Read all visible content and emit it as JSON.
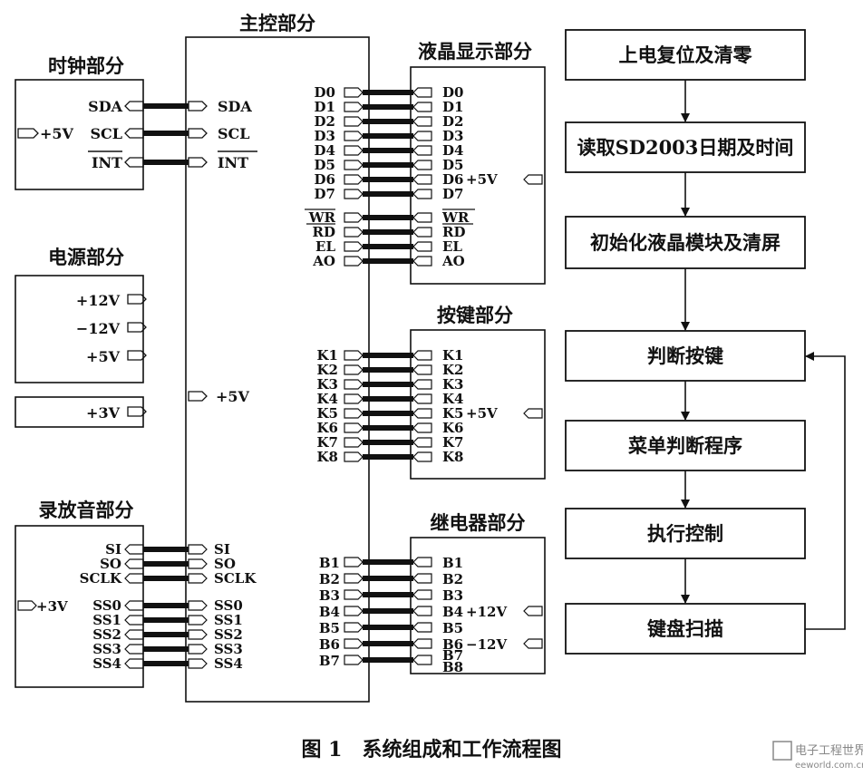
{
  "colors": {
    "ink": "#111111",
    "background": "#ffffff",
    "watermark": "#888888"
  },
  "blocks": {
    "main": "主控部分",
    "clock": "时钟部分",
    "power": "电源部分",
    "recorder": "录放音部分",
    "lcd": "液晶显示部分",
    "keys": "按键部分",
    "relay": "继电器部分"
  },
  "clock": {
    "pins": [
      "SDA",
      "SCL",
      "INT"
    ],
    "supply": "+5V"
  },
  "main_pins": {
    "clock": [
      "SDA",
      "SCL",
      "INT"
    ],
    "supply": "+5V",
    "recorder": [
      "SI",
      "SO",
      "SCLK",
      "SS0",
      "SS1",
      "SS2",
      "SS3",
      "SS4"
    ],
    "lcd_data": [
      "D0",
      "D1",
      "D2",
      "D3",
      "D4",
      "D5",
      "D6",
      "D7"
    ],
    "lcd_ctrl": [
      "WR",
      "RD",
      "EL",
      "AO"
    ],
    "keys": [
      "K1",
      "K2",
      "K3",
      "K4",
      "K5",
      "K6",
      "K7",
      "K8"
    ],
    "relay": [
      "B1",
      "B2",
      "B3",
      "B4",
      "B5",
      "B6",
      "B7"
    ]
  },
  "power": {
    "outputs": [
      "+12V",
      "−12V",
      "+5V"
    ],
    "aux": "+3V"
  },
  "recorder": {
    "pins": [
      "SI",
      "SO",
      "SCLK",
      "SS0",
      "SS1",
      "SS2",
      "SS3",
      "SS4"
    ],
    "supply": "+3V"
  },
  "lcd": {
    "data": [
      "D0",
      "D1",
      "D2",
      "D3",
      "D4",
      "D5",
      "D6",
      "D7"
    ],
    "ctrl": [
      "WR",
      "RD",
      "EL",
      "AO"
    ],
    "supply": "+5V"
  },
  "keys": {
    "pins": [
      "K1",
      "K2",
      "K3",
      "K4",
      "K5",
      "K6",
      "K7",
      "K8"
    ],
    "supply": "+5V"
  },
  "relay": {
    "pins": [
      "B1",
      "B2",
      "B3",
      "B4",
      "B5",
      "B6",
      "B7",
      "B8"
    ],
    "supply_pos": "+12V",
    "supply_neg": "−12V"
  },
  "flow": [
    "上电复位及清零",
    "读取SD2003日期及时间",
    "初始化液晶模块及清屏",
    "判断按键",
    "菜单判断程序",
    "执行控制",
    "键盘扫描"
  ],
  "caption": "图 1　系统组成和工作流程图",
  "watermark": {
    "line1": "电子工程世界",
    "line2": "eeworld.com.cn"
  }
}
